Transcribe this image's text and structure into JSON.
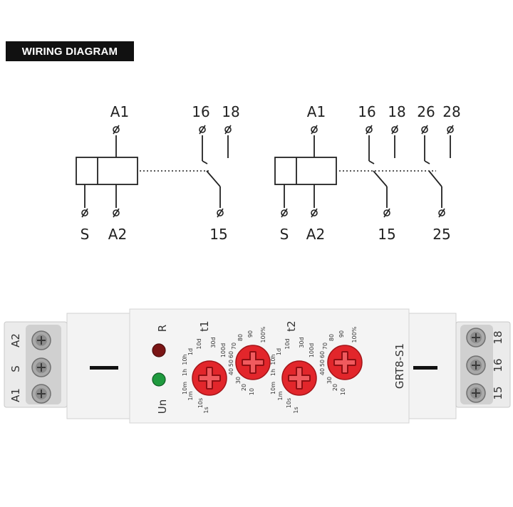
{
  "title": "WIRING DIAGRAM",
  "diagram_left": {
    "top_terminal": "A1",
    "contact_terminals": [
      "16",
      "18"
    ],
    "bottom_terminals": [
      "S",
      "A2"
    ],
    "common_terminal": "15"
  },
  "diagram_right": {
    "top_terminal": "A1",
    "contact_terminals": [
      "16",
      "18",
      "26",
      "28"
    ],
    "bottom_terminals": [
      "S",
      "A2"
    ],
    "common_terminals": [
      "15",
      "25"
    ]
  },
  "device": {
    "model": "GRT8-S1",
    "left_terminals": [
      "A2",
      "S",
      "A1"
    ],
    "right_terminals": [
      "18",
      "16",
      "15"
    ],
    "led_labels": [
      "R",
      "Un"
    ],
    "dial_labels": [
      "t1",
      "t2"
    ],
    "time_scale": [
      "1s",
      "10s",
      "1m",
      "10m",
      "1h",
      "10h",
      "1d",
      "10d",
      "30d",
      "100d"
    ],
    "percent_scale": [
      "10",
      "20",
      "30",
      "40",
      "50",
      "60",
      "70",
      "80",
      "90",
      "100%"
    ],
    "colors": {
      "knob": "#e2262b",
      "led_red": "#7a1515",
      "led_green": "#1f9a3e"
    }
  }
}
